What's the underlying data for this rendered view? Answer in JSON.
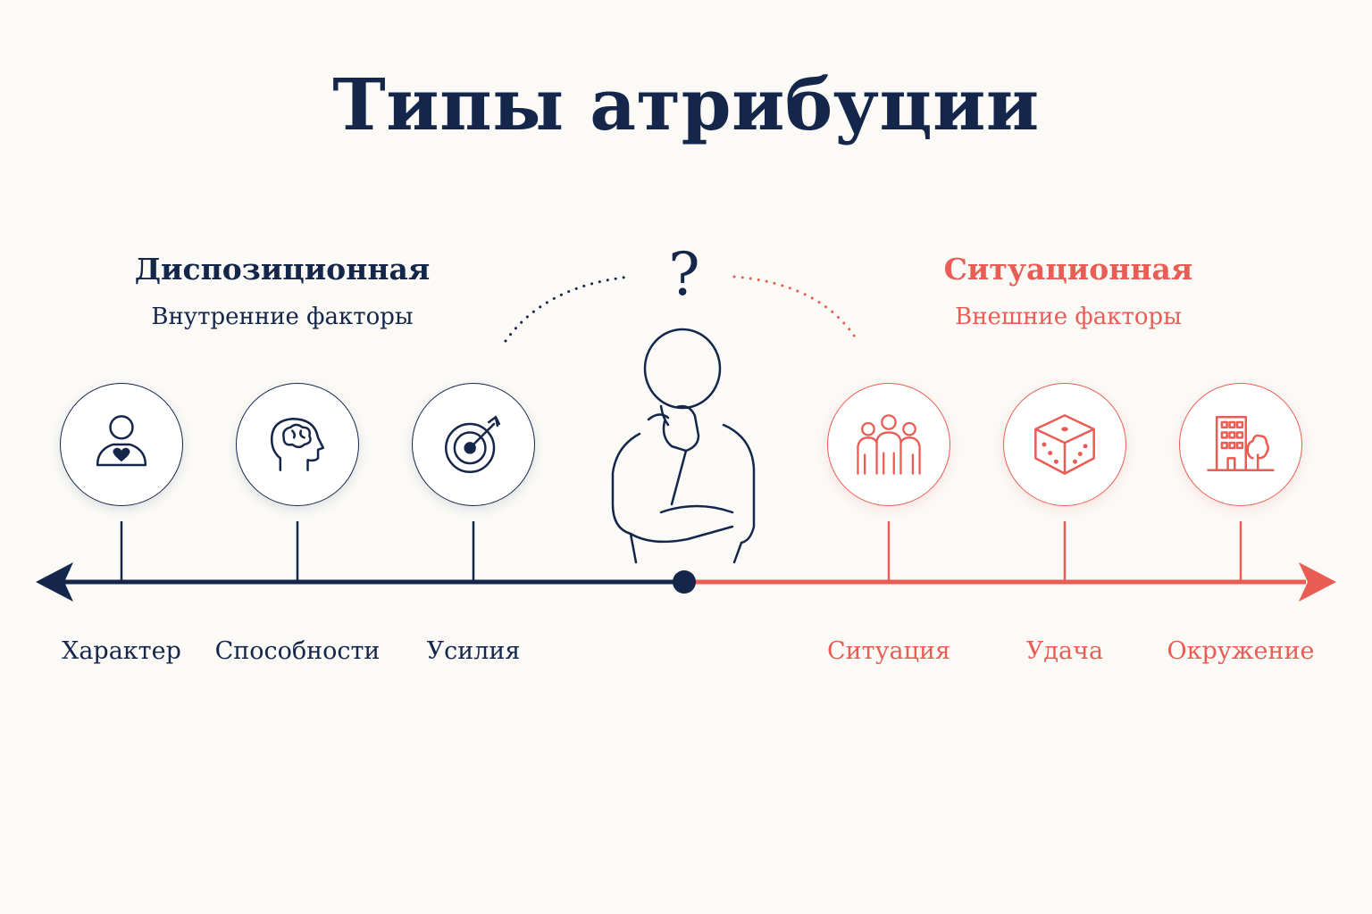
{
  "title": "Типы атрибуции",
  "left": {
    "heading": "Диспозиционная",
    "subheading": "Внутренние факторы",
    "color": "#14264a",
    "items": [
      {
        "label": "Характер",
        "icon": "person-heart-icon"
      },
      {
        "label": "Способности",
        "icon": "head-brain-icon"
      },
      {
        "label": "Усилия",
        "icon": "target-arrow-icon"
      }
    ]
  },
  "right": {
    "heading": "Ситуационная",
    "subheading": "Внешние факторы",
    "color": "#ea5d54",
    "items": [
      {
        "label": "Ситуация",
        "icon": "group-people-icon"
      },
      {
        "label": "Удача",
        "icon": "dice-icon"
      },
      {
        "label": "Окружение",
        "icon": "building-tree-icon"
      }
    ]
  },
  "center": {
    "question_mark": "?",
    "icon": "thinking-person-icon"
  }
}
